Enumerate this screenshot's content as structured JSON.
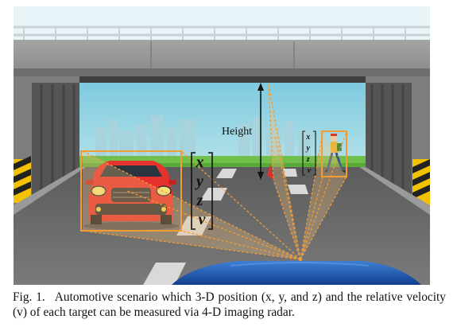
{
  "figure": {
    "height_label": "Height",
    "car_vector": [
      "x",
      "y",
      "z",
      "v"
    ],
    "person_vector": [
      "x",
      "y",
      "z",
      "v"
    ]
  },
  "caption": {
    "number": "Fig. 1.",
    "text": "Automotive scenario which 3-D position (x, y, and z) and the relative velocity (v) of each target can be measured via 4-D imaging radar."
  },
  "colors": {
    "sky": "#8fd2e3",
    "bridge": "#8f8f8f",
    "road": "#6b6b6b",
    "car": "#e5322c",
    "radar_beam": "#f39c35",
    "ego_hood": "#1f5db4"
  }
}
